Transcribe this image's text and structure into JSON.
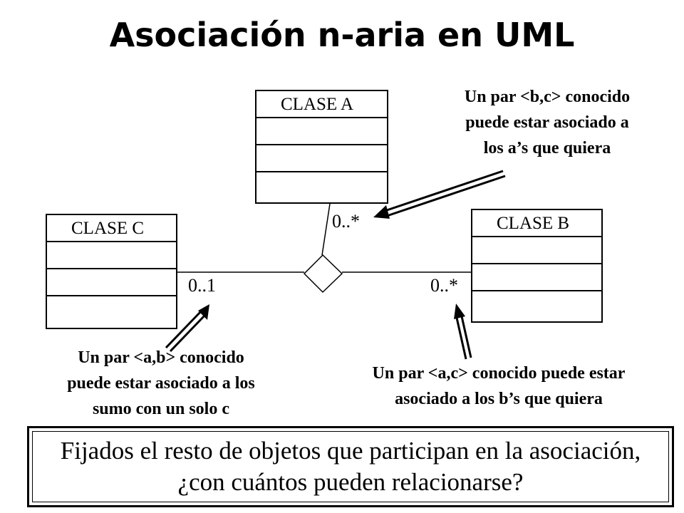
{
  "title": "Asociación n-aria en UML",
  "classes": {
    "a": {
      "name": "CLASE A"
    },
    "b": {
      "name": "CLASE B"
    },
    "c": {
      "name": "CLASE C"
    }
  },
  "multiplicities": {
    "a": "0..*",
    "b": "0..*",
    "c": "0..1"
  },
  "notes": {
    "bc": [
      "Un par <b,c> conocido",
      "puede estar asociado a",
      "los a’s que quiera"
    ],
    "ab": [
      "Un par <a,b> conocido",
      "puede estar asociado a los",
      "sumo con un solo c"
    ],
    "ac": [
      "Un par <a,c> conocido puede estar",
      "asociado a los b’s que quiera"
    ]
  },
  "question": "Fijados el resto de objetos que participan en la asociación, ¿con cuántos pueden relacionarse?"
}
